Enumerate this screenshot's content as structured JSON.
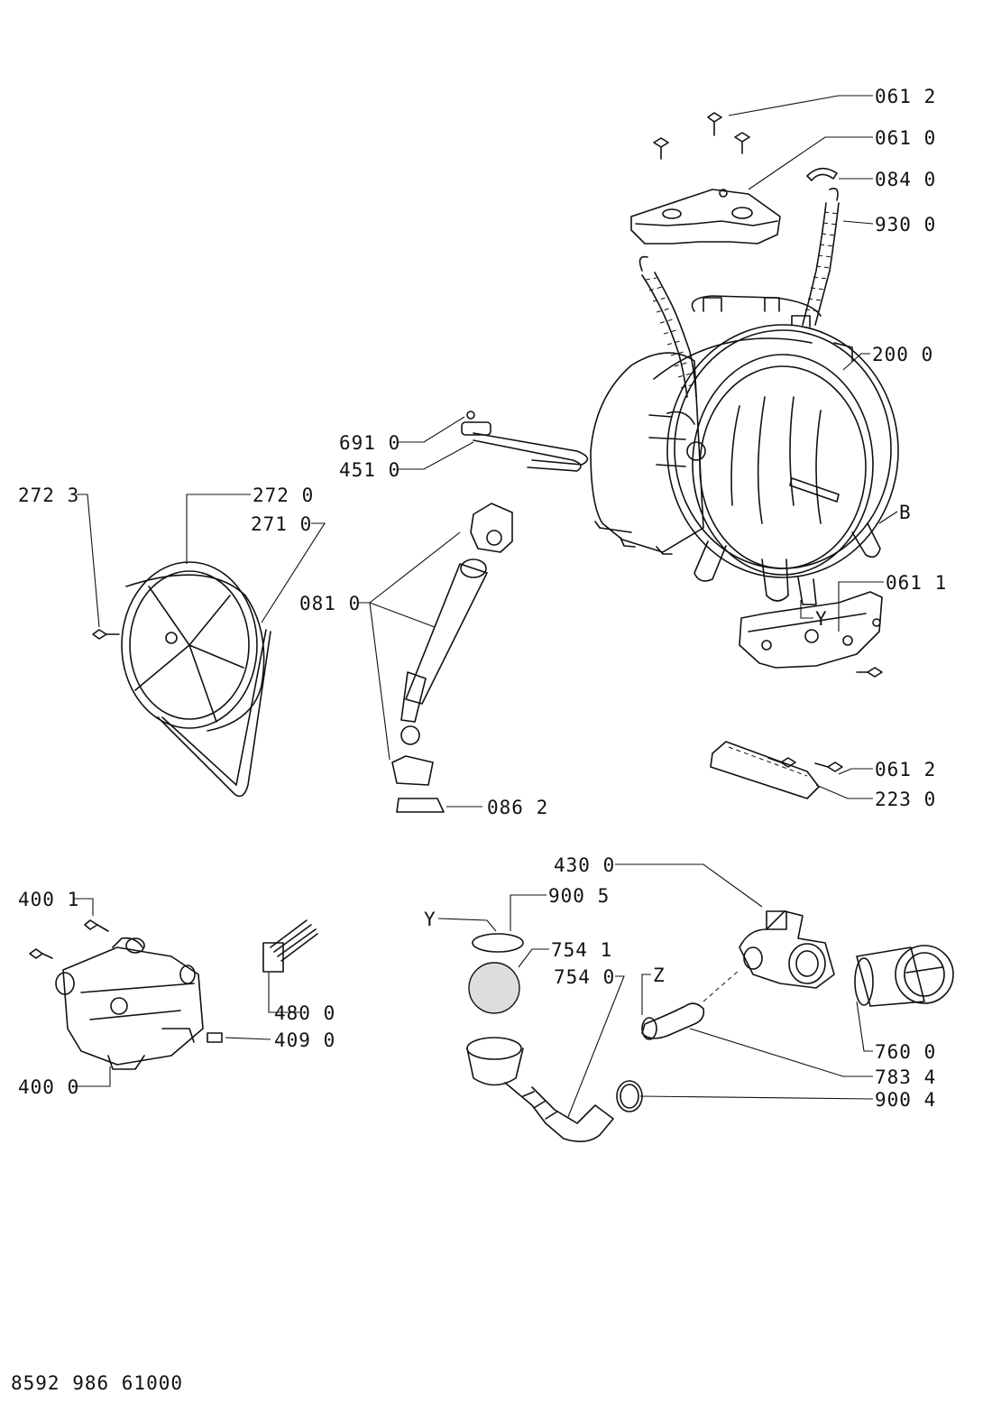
{
  "labels": {
    "l_061_2_top": "061 2",
    "l_061_0": "061 0",
    "l_084_0": "084 0",
    "l_930_0": "930 0",
    "l_200_0": "200 0",
    "l_691_0": "691 0",
    "l_451_0": "451 0",
    "l_272_3": "272 3",
    "l_272_0": "272 0",
    "l_271_0": "271 0",
    "l_b": "B",
    "l_061_1": "061 1",
    "l_y_drum": "Y",
    "l_081_0": "081 0",
    "l_061_2_bottom": "061 2",
    "l_223_0": "223 0",
    "l_086_2": "086 2",
    "l_430_0": "430 0",
    "l_400_1": "400 1",
    "l_900_5": "900 5",
    "l_y_seal": "Y",
    "l_754_1": "754 1",
    "l_754_0": "754 0",
    "l_z": "Z",
    "l_480_0": "480 0",
    "l_409_0": "409 0",
    "l_760_0": "760 0",
    "l_783_4": "783 4",
    "l_400_0": "400 0",
    "l_900_4": "900 4"
  },
  "footer": {
    "doc_number": "8592 986 61000"
  }
}
